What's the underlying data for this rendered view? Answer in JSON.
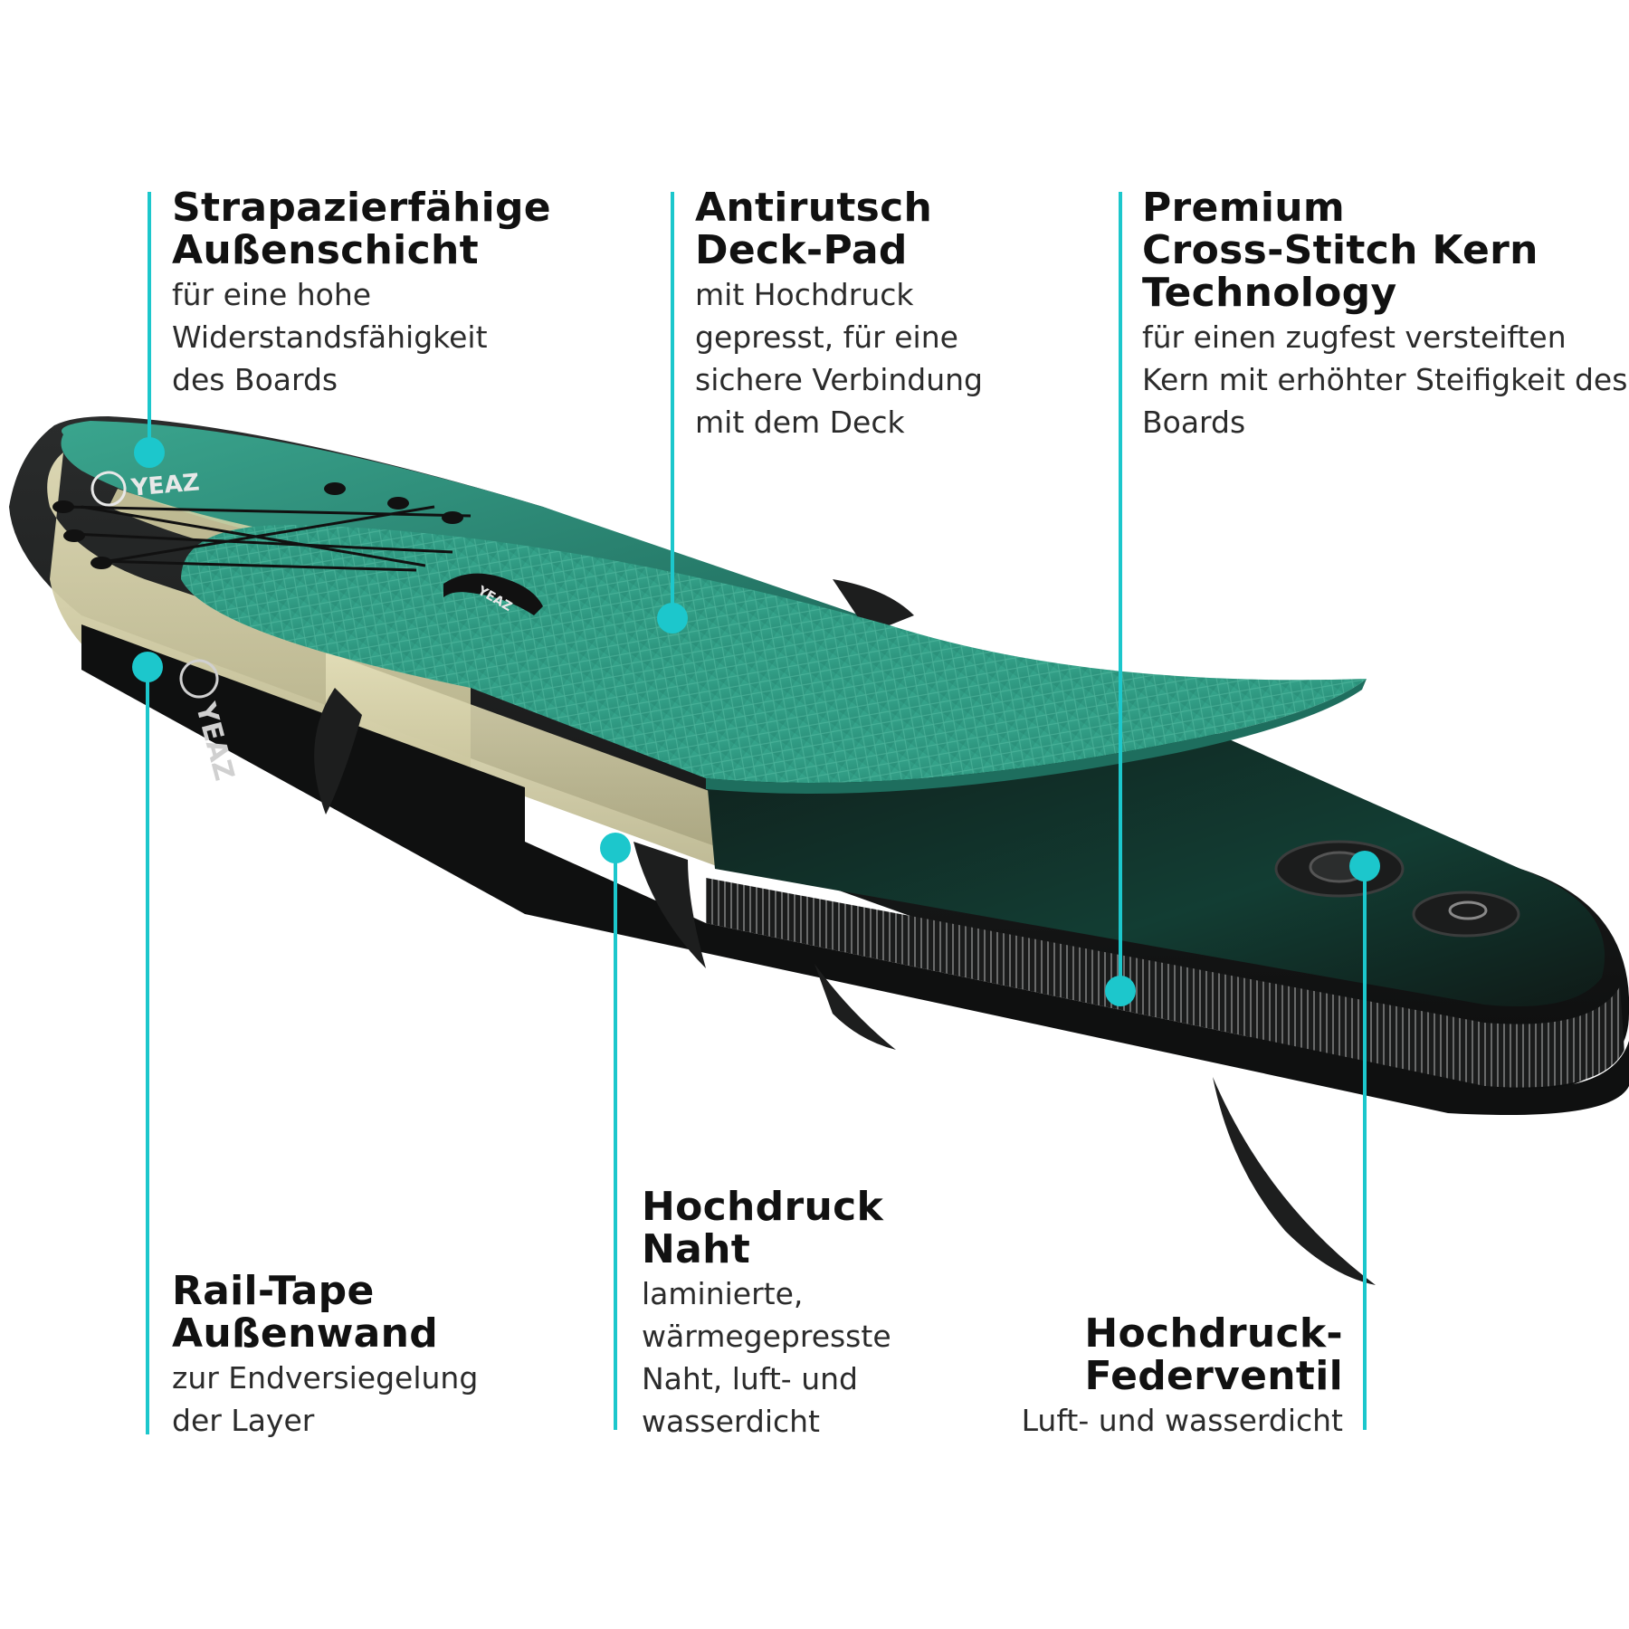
{
  "colors": {
    "accent": "#1cc7cc",
    "deck_green": "#2f9a83",
    "board_black": "#141616",
    "rail_beige": "#d8d4a8"
  },
  "brand": "YEAZ",
  "callouts": {
    "outer_layer": {
      "title": [
        "Strapazierfähige",
        "Außenschicht"
      ],
      "desc": [
        "für eine hohe",
        "Widerstandsfähigkeit",
        "des Boards"
      ]
    },
    "deck_pad": {
      "title": [
        "Antirutsch",
        "Deck-Pad"
      ],
      "desc": [
        "mit Hochdruck",
        "gepresst, für eine",
        "sichere Verbindung",
        "mit dem Deck"
      ]
    },
    "core": {
      "title": [
        "Premium",
        "Cross-Stitch Kern",
        "Technology"
      ],
      "desc": [
        "für einen zugfest versteiften",
        "Kern mit erhöhter Steifigkeit des",
        "Boards"
      ]
    },
    "rail_tape": {
      "title": [
        "Rail-Tape",
        "Außenwand"
      ],
      "desc": [
        "zur Endversiegelung",
        "der Layer"
      ]
    },
    "seam": {
      "title": [
        "Hochdruck",
        "Naht"
      ],
      "desc": [
        "laminierte,",
        "wärmegepresste",
        "Naht, luft- und",
        "wasserdicht"
      ]
    },
    "valve": {
      "title": [
        "Hochdruck-",
        "Federventil"
      ],
      "desc": [
        "Luft- und wasserdicht"
      ]
    }
  }
}
